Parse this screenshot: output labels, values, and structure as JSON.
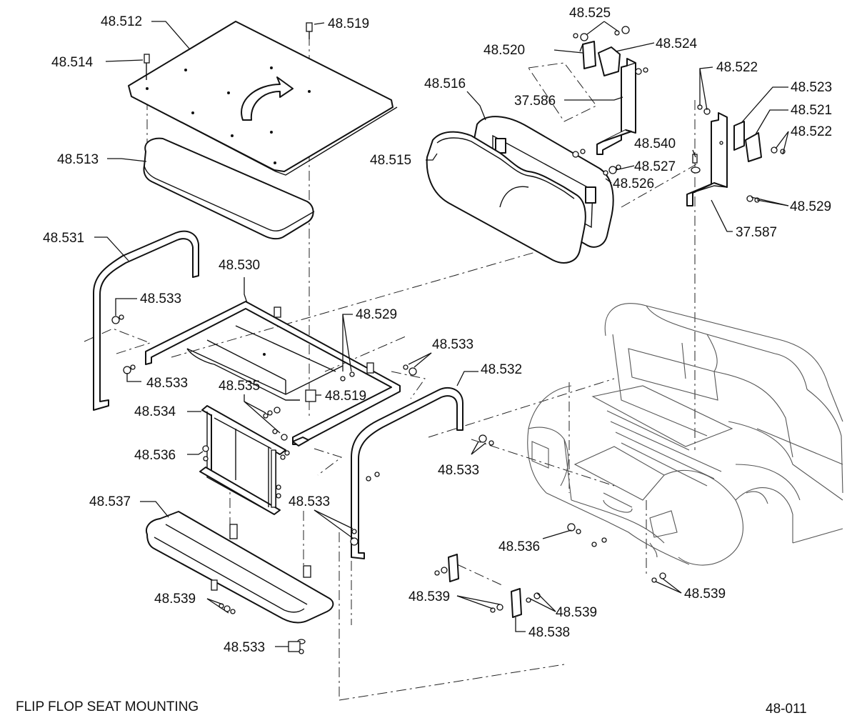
{
  "title": "FLIP FLOP SEAT MOUNTING",
  "figure_number": "48-011",
  "part_callouts": {
    "seat_board": "48.512",
    "board_screw_left": "48.514",
    "board_screw_right": "48.519",
    "seat_cushion": "48.513",
    "left_armrest": "48.531",
    "seat_frame": "48.530",
    "frame_washer_top": "48.533",
    "frame_washer_bottom": "48.533",
    "frame_hardware": "48.529",
    "frame_bolts": "48.535",
    "frame_clip": "48.519",
    "right_washer_top": "48.533",
    "right_armrest": "48.532",
    "right_washer_bottom": "48.533",
    "seat_bracket": "48.534",
    "bracket_bolts": "48.536",
    "foot_rest": "48.537",
    "armrest_bolts": "48.533",
    "footrest_hardware": "48.539",
    "footrest_clip": "48.533",
    "backrest_front": "48.515",
    "backrest_rear": "48.516",
    "backrest_bracket_left": "48.520",
    "backrest_hardware_top": "48.525",
    "backrest_plate_left": "48.524",
    "support_left": "37.586",
    "support_washer": "48.540",
    "support_bolt": "48.527",
    "support_nut": "48.526",
    "backrest_hardware_right_top": "48.522",
    "backrest_plate_right": "48.523",
    "backrest_bracket_right": "48.521",
    "backrest_hardware_right": "48.522",
    "support_hardware_right": "48.529",
    "support_right": "37.587",
    "body_bolts": "48.536",
    "lower_hardware_left": "48.539",
    "lower_hardware_mid": "48.539",
    "lower_hardware_right": "48.539",
    "mount_plate": "48.538"
  }
}
